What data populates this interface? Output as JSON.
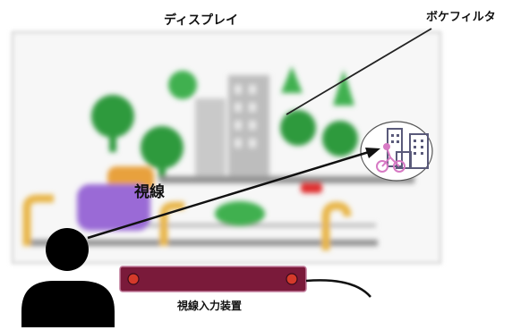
{
  "labels": {
    "display": "ディスプレイ",
    "bokeh_filter": "ボケフィルタ",
    "gaze": "視線",
    "eye_tracker": "視線入力装置"
  },
  "colors": {
    "tree_green": "#2e9a3e",
    "building_gray": "#c9c9c9",
    "road_gray": "#8f8f8f",
    "purple_shape": "#9a6ad6",
    "orange_shape": "#e8a13c",
    "red_car": "#e03030",
    "tracker_bar": "#7a1a3a",
    "tracker_lens": "#d43a2a",
    "focus_icon": "#5a5a7a",
    "cyclist_pink": "#d77ac4"
  }
}
